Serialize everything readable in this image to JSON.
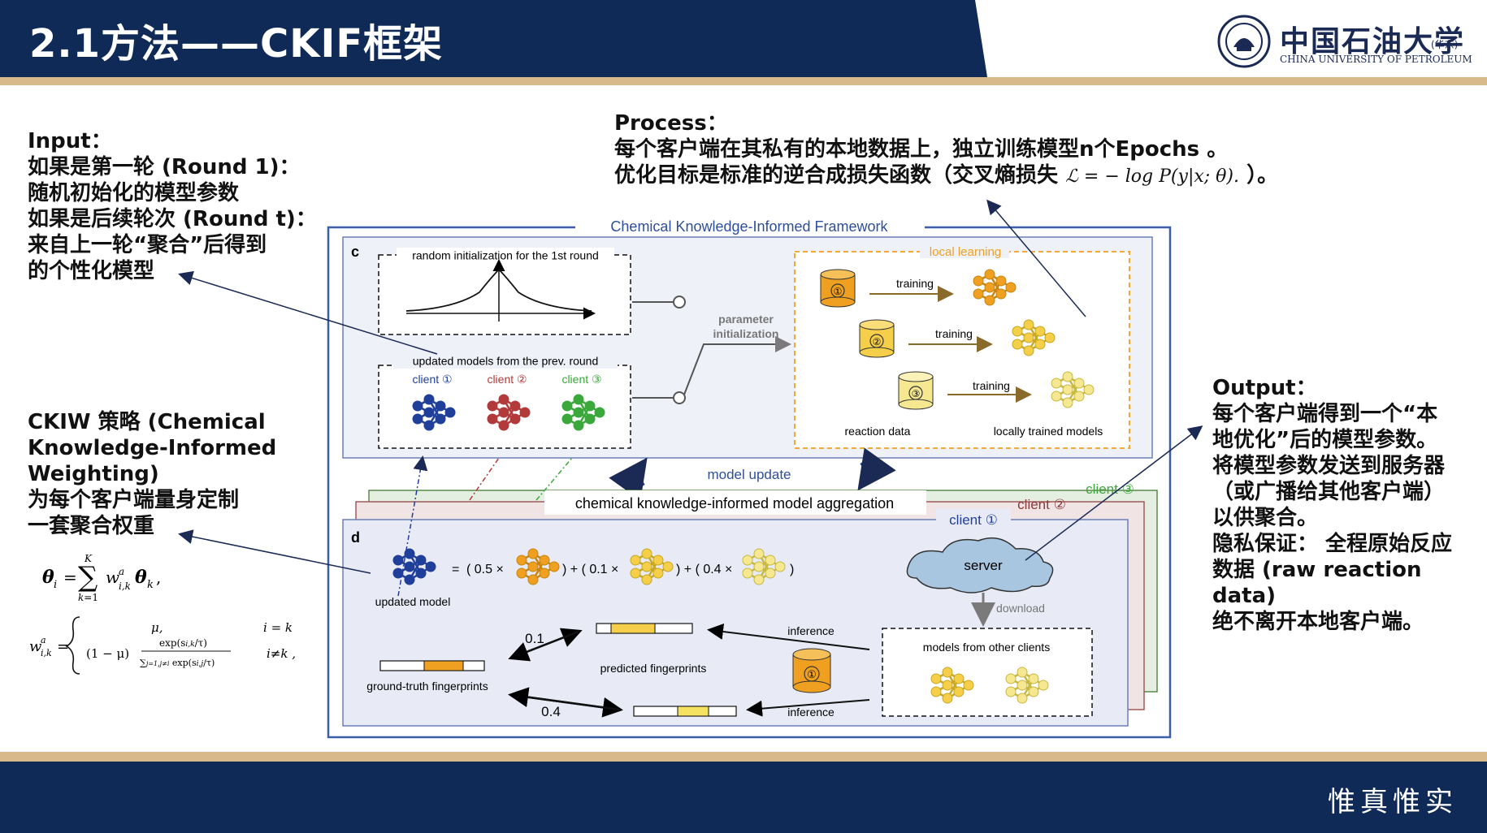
{
  "header": {
    "title": "2.1方法——CKIF框架",
    "university_cn": "中国石油大学",
    "university_cn_sub": "(华东)",
    "university_en": "CHINA UNIVERSITY OF PETROLEUM"
  },
  "footer": {
    "motto": "惟真惟实"
  },
  "input_block": {
    "lines": [
      "Input：",
      "如果是第一轮 (Round 1)：",
      "随机初始化的模型参数",
      "如果是后续轮次 (Round t)：",
      "来自上一轮“聚合”后得到",
      "的个性化模型"
    ]
  },
  "ckiw_block": {
    "lines": [
      "CKIW 策略 (Chemical",
      "Knowledge-Informed",
      "Weighting)",
      "为每个客户端量身定制",
      "一套聚合权重"
    ],
    "formula1_lhs": "θ",
    "formula1_sub": "i",
    "formula2_mu": "μ,",
    "formula2_cond1": "i = k",
    "formula2_cond2": "i≠k ,",
    "formula2_term": "(1 − μ)",
    "formula2_num": "exp(s",
    "formula2_den": "exp(s"
  },
  "process_block": {
    "lines": [
      "Process：",
      "每个客户端在其私有的本地数据上，独立训练模型n个Epochs 。",
      "优化目标是标准的逆合成损失函数（交叉熵损失"
    ],
    "formula": "ℒ = − log P(y|x; θ).",
    "suffix": "）。"
  },
  "output_block": {
    "lines": [
      "Output：",
      "每个客户端得到一个“本",
      "地优化”后的模型参数。",
      "将模型参数发送到服务器",
      "（或广播给其他客户端）",
      "以供聚合。",
      "隐私保证： 全程原始反应",
      "数据 (raw reaction data)",
      "绝不离开本地客户端。"
    ]
  },
  "diagram": {
    "frame_title": "Chemical Knowledge-Informed Framework",
    "panel_c_label": "c",
    "panel_d_label": "d",
    "random_init_label": "random initialization for the 1st round",
    "updated_models_label": "updated models from the prev. round",
    "clients": [
      "client ①",
      "client ②",
      "client ③"
    ],
    "param_init": [
      "parameter",
      "initialization"
    ],
    "local_learning": "local learning",
    "training": "training",
    "db_numbers": [
      "①",
      "②",
      "③"
    ],
    "reaction_data": "reaction data",
    "locally_trained": "locally trained models",
    "model_update": "model update",
    "aggregation": "chemical knowledge-informed model aggregation",
    "stack_clients": [
      "client ③",
      "client ②",
      "client ①"
    ],
    "updated_model": "updated model",
    "equation": {
      "eq": "=",
      "w1": "( 0.5 ×",
      "w2": ") + ( 0.1 ×",
      "w3": ") + ( 0.4 ×",
      "end": ")"
    },
    "server": "server",
    "download": "download",
    "models_other": "models from other clients",
    "inference": "inference",
    "predicted_fp": "predicted fingerprints",
    "ground_truth_fp": "ground-truth fingerprints",
    "score1": "0.1",
    "score2": "0.4"
  },
  "colors": {
    "navy": "#0f2a57",
    "gold": "#d8b98a",
    "frame_blue": "#3a5ea8",
    "client1": "#1f3f9a",
    "client2": "#b23a3a",
    "client3": "#3aa83a",
    "orange": "#f0a020",
    "yellow": "#ecd44a"
  }
}
